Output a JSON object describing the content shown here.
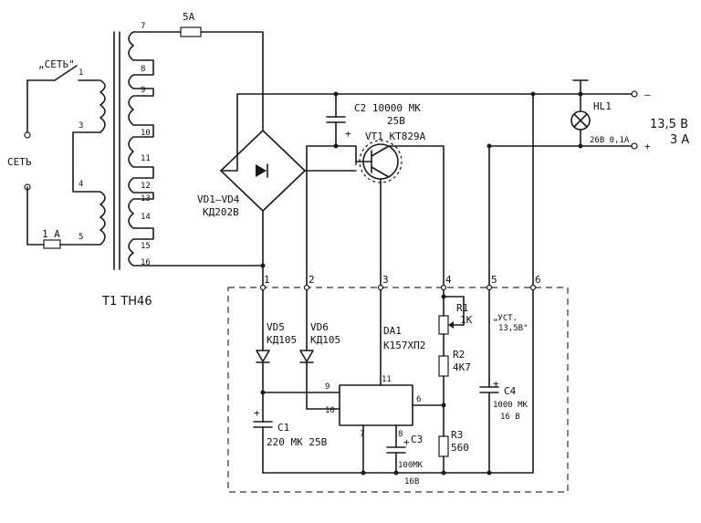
{
  "mains": {
    "switch_label": "„СЕТЬ\"",
    "side_label": "СЕТЬ",
    "fuse_label": "1 А"
  },
  "transformer": {
    "label": "Т1  ТН46",
    "primary_pins": [
      "1",
      "3",
      "4",
      "5"
    ],
    "secondary_pins": [
      "7",
      "8",
      "9",
      "10",
      "11",
      "12",
      "13",
      "14",
      "15",
      "16"
    ]
  },
  "fuse_out": {
    "label": "5А"
  },
  "bridge": {
    "label1": "VD1–VD4",
    "label2": "КД202В"
  },
  "c2": {
    "label1": "С2  10000 МК",
    "label2": "25В",
    "polarity": "+"
  },
  "vt1": {
    "label": "VT1  КТ829А"
  },
  "hl1": {
    "label": "HL1",
    "rating": "26В 0,1А"
  },
  "output": {
    "voltage": "13,5 В",
    "current": "3 А",
    "minus": "–",
    "plus": "+"
  },
  "board": {
    "pins": [
      "1",
      "2",
      "3",
      "4",
      "5",
      "6"
    ]
  },
  "vd5": {
    "label1": "VD5",
    "label2": "КД105"
  },
  "vd6": {
    "label1": "VD6",
    "label2": "КД105"
  },
  "da1": {
    "label1": "DA1",
    "label2": "К157ХП2",
    "pins": [
      "9",
      "10",
      "11",
      "6",
      "7",
      "8"
    ]
  },
  "r1": {
    "label1": "R1",
    "label2": "1К"
  },
  "set_label": {
    "line1": "„УСТ.",
    "line2": "13,5В\""
  },
  "r2": {
    "label1": "R2",
    "label2": "4К7"
  },
  "r3": {
    "label1": "R3",
    "label2": "560"
  },
  "c1": {
    "label1": "С1",
    "label2": "220 МК  25В",
    "polarity": "+"
  },
  "c3": {
    "label1": "С3",
    "label2": "100МК",
    "label3": "16В",
    "polarity": "+"
  },
  "c4": {
    "label1": "С4",
    "label2": "1000 МК",
    "label3": "16 В",
    "polarity": "+"
  },
  "colors": {
    "ink": "#1a1a1a",
    "paper": "#ffffff"
  }
}
